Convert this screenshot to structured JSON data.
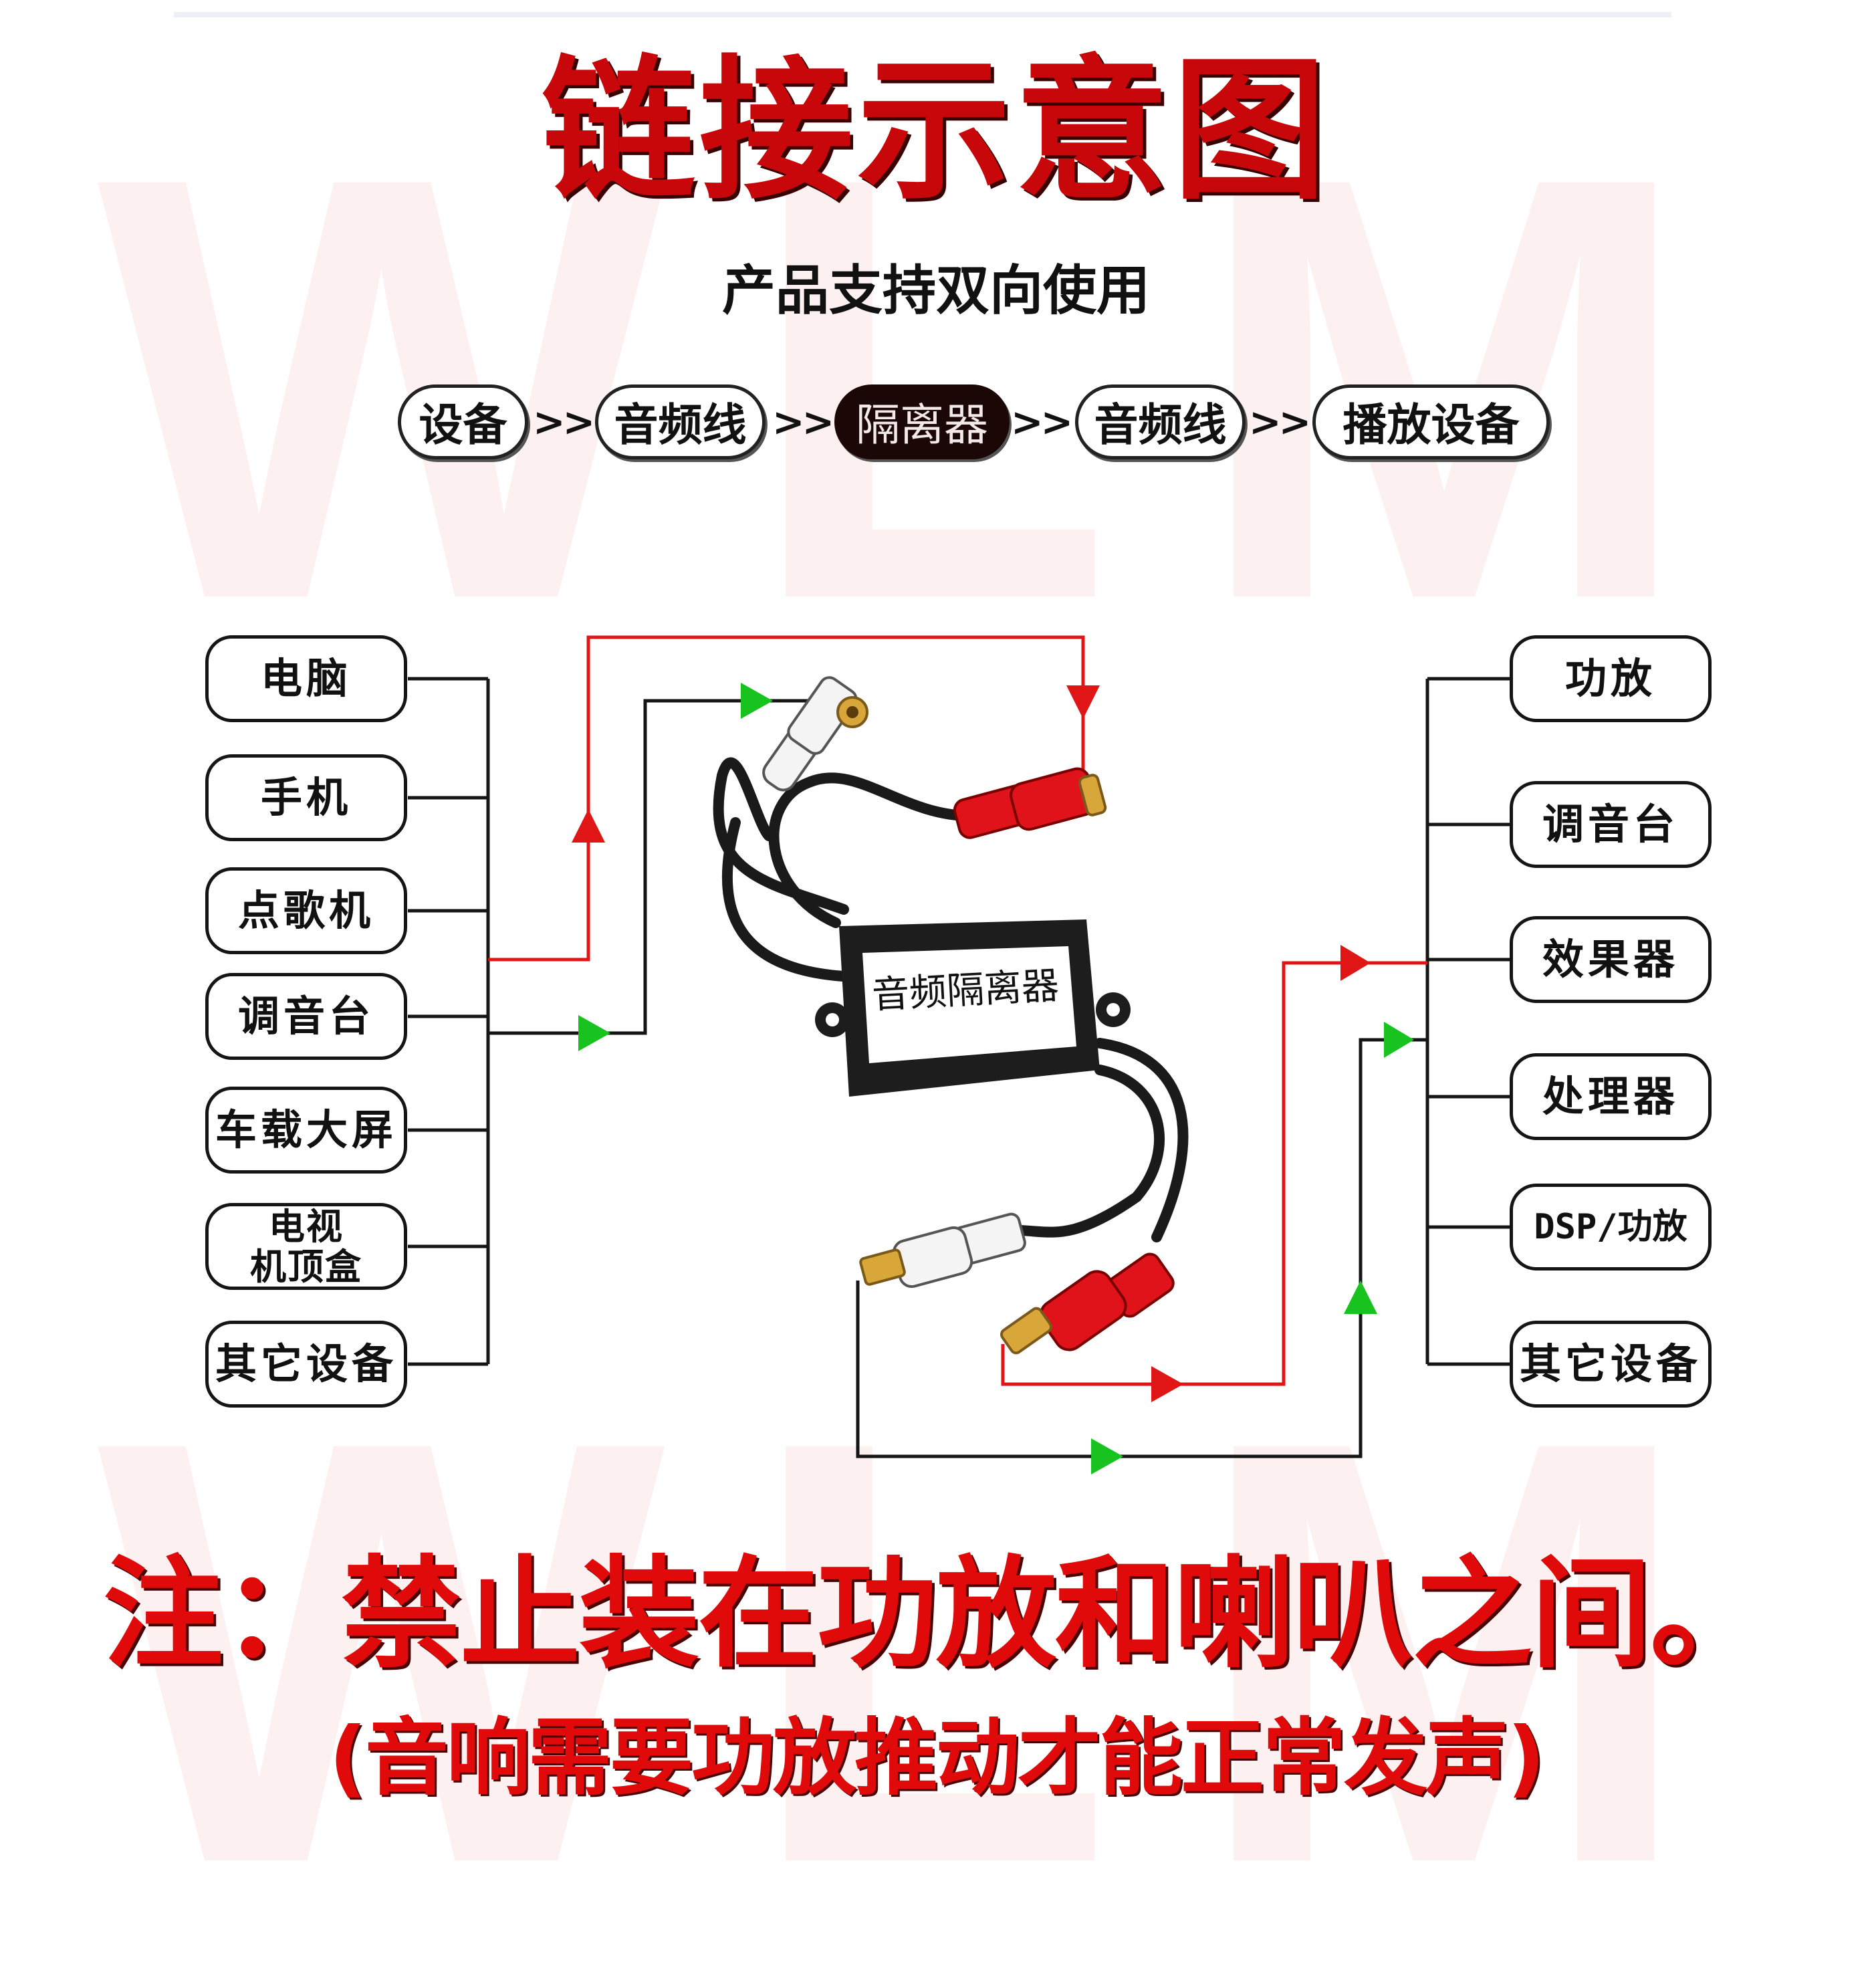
{
  "watermark": "WLM",
  "title": "链接示意图",
  "subtitle": "产品支持双向使用",
  "chain": {
    "items": [
      "设备",
      "音频线",
      "隔离器",
      "音频线",
      "播放设备"
    ],
    "separator": ">>"
  },
  "left_devices": [
    "电脑",
    "手机",
    "点歌机",
    "调音台",
    "车载大屏",
    "电视\n机顶盒",
    "其它设备"
  ],
  "right_devices": [
    "功放",
    "调音台",
    "效果器",
    "处理器",
    "DSP/功放",
    "其它设备"
  ],
  "isolator_label": "音频隔离器",
  "note": "注：禁止装在功放和喇叭之间。",
  "note_sub": "(音响需要功放推动才能正常发声)",
  "colors": {
    "title_red": "#c8070b",
    "note_red": "#e00a0a",
    "red_line": "#e01515",
    "green_arrow": "#19c31f",
    "rca_red": "#e0121a",
    "rca_white": "#f4f4f4",
    "gold_tip": "#d9a63a"
  }
}
